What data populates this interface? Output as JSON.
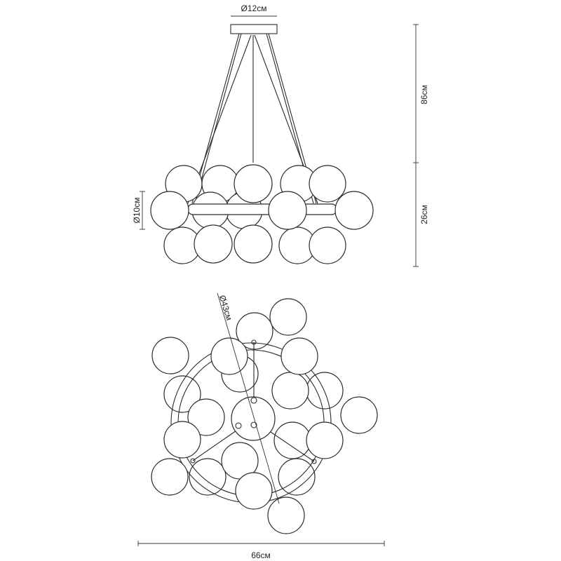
{
  "drawing": {
    "subject": "chandelier",
    "dimensions": {
      "canopy_diameter": "Ø12см",
      "suspension_height": "86см",
      "body_height": "26см",
      "globe_diameter": "Ø10см",
      "ring_diameter": "Ø43см",
      "overall_width": "66см"
    },
    "colors": {
      "line": "#2a2a2a",
      "background": "#ffffff"
    }
  }
}
